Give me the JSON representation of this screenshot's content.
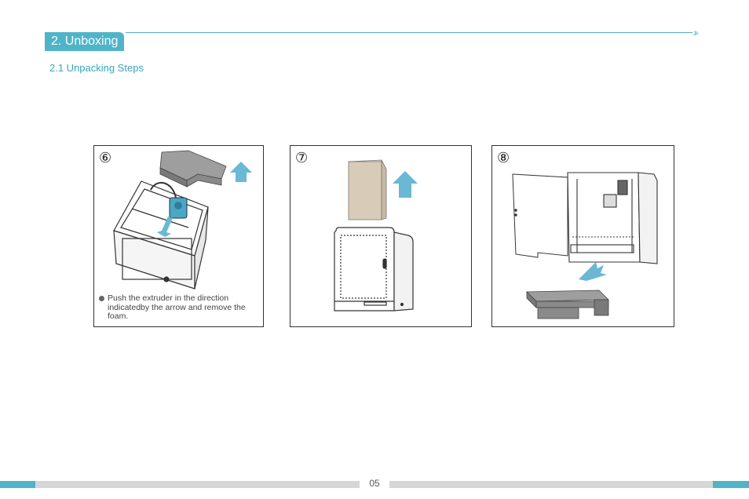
{
  "header": {
    "section_title": "2. Unboxing",
    "subsection_title": "2.1 Unpacking Steps"
  },
  "steps": [
    {
      "number": "⑥",
      "note": "Push the extruder in the direction indicatedby the arrow and remove the foam."
    },
    {
      "number": "⑦"
    },
    {
      "number": "⑧"
    }
  ],
  "footer": {
    "page_number": "05"
  },
  "colors": {
    "accent": "#4fb4c8",
    "arrow": "#6ab8d4",
    "cardboard": "#d8ccb8",
    "foam": "#9e9e9e"
  }
}
